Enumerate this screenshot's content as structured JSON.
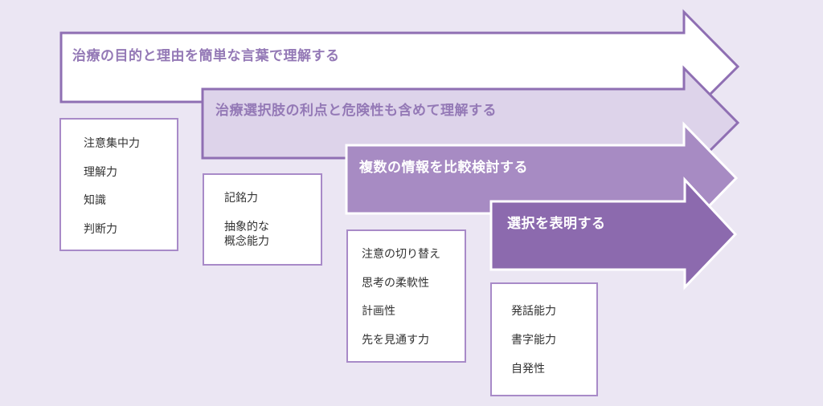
{
  "colors": {
    "background": "#ebe6f3",
    "arrow1_fill": "#ffffff",
    "arrow2_fill": "#ddd3ea",
    "arrow3_fill": "#a78bc3",
    "arrow4_fill": "#8c6aae",
    "arrow_border": "#8f6fb3",
    "label_purple": "#9479b6",
    "label_white": "#ffffff"
  },
  "steps": [
    {
      "label": "治療の目的と理由を簡単な言葉で理解する",
      "abilities": [
        "注意集中力",
        "理解力",
        "知識",
        "判断力"
      ]
    },
    {
      "label": "治療選択肢の利点と危険性も含めて理解する",
      "abilities": [
        "記銘力",
        "抽象的な",
        "概念能力"
      ]
    },
    {
      "label": "複数の情報を比較検討する",
      "abilities": [
        "注意の切り替え",
        "思考の柔軟性",
        "計画性",
        "先を見通す力"
      ]
    },
    {
      "label": "選択を表明する",
      "abilities": [
        "発話能力",
        "書字能力",
        "自発性"
      ]
    }
  ]
}
